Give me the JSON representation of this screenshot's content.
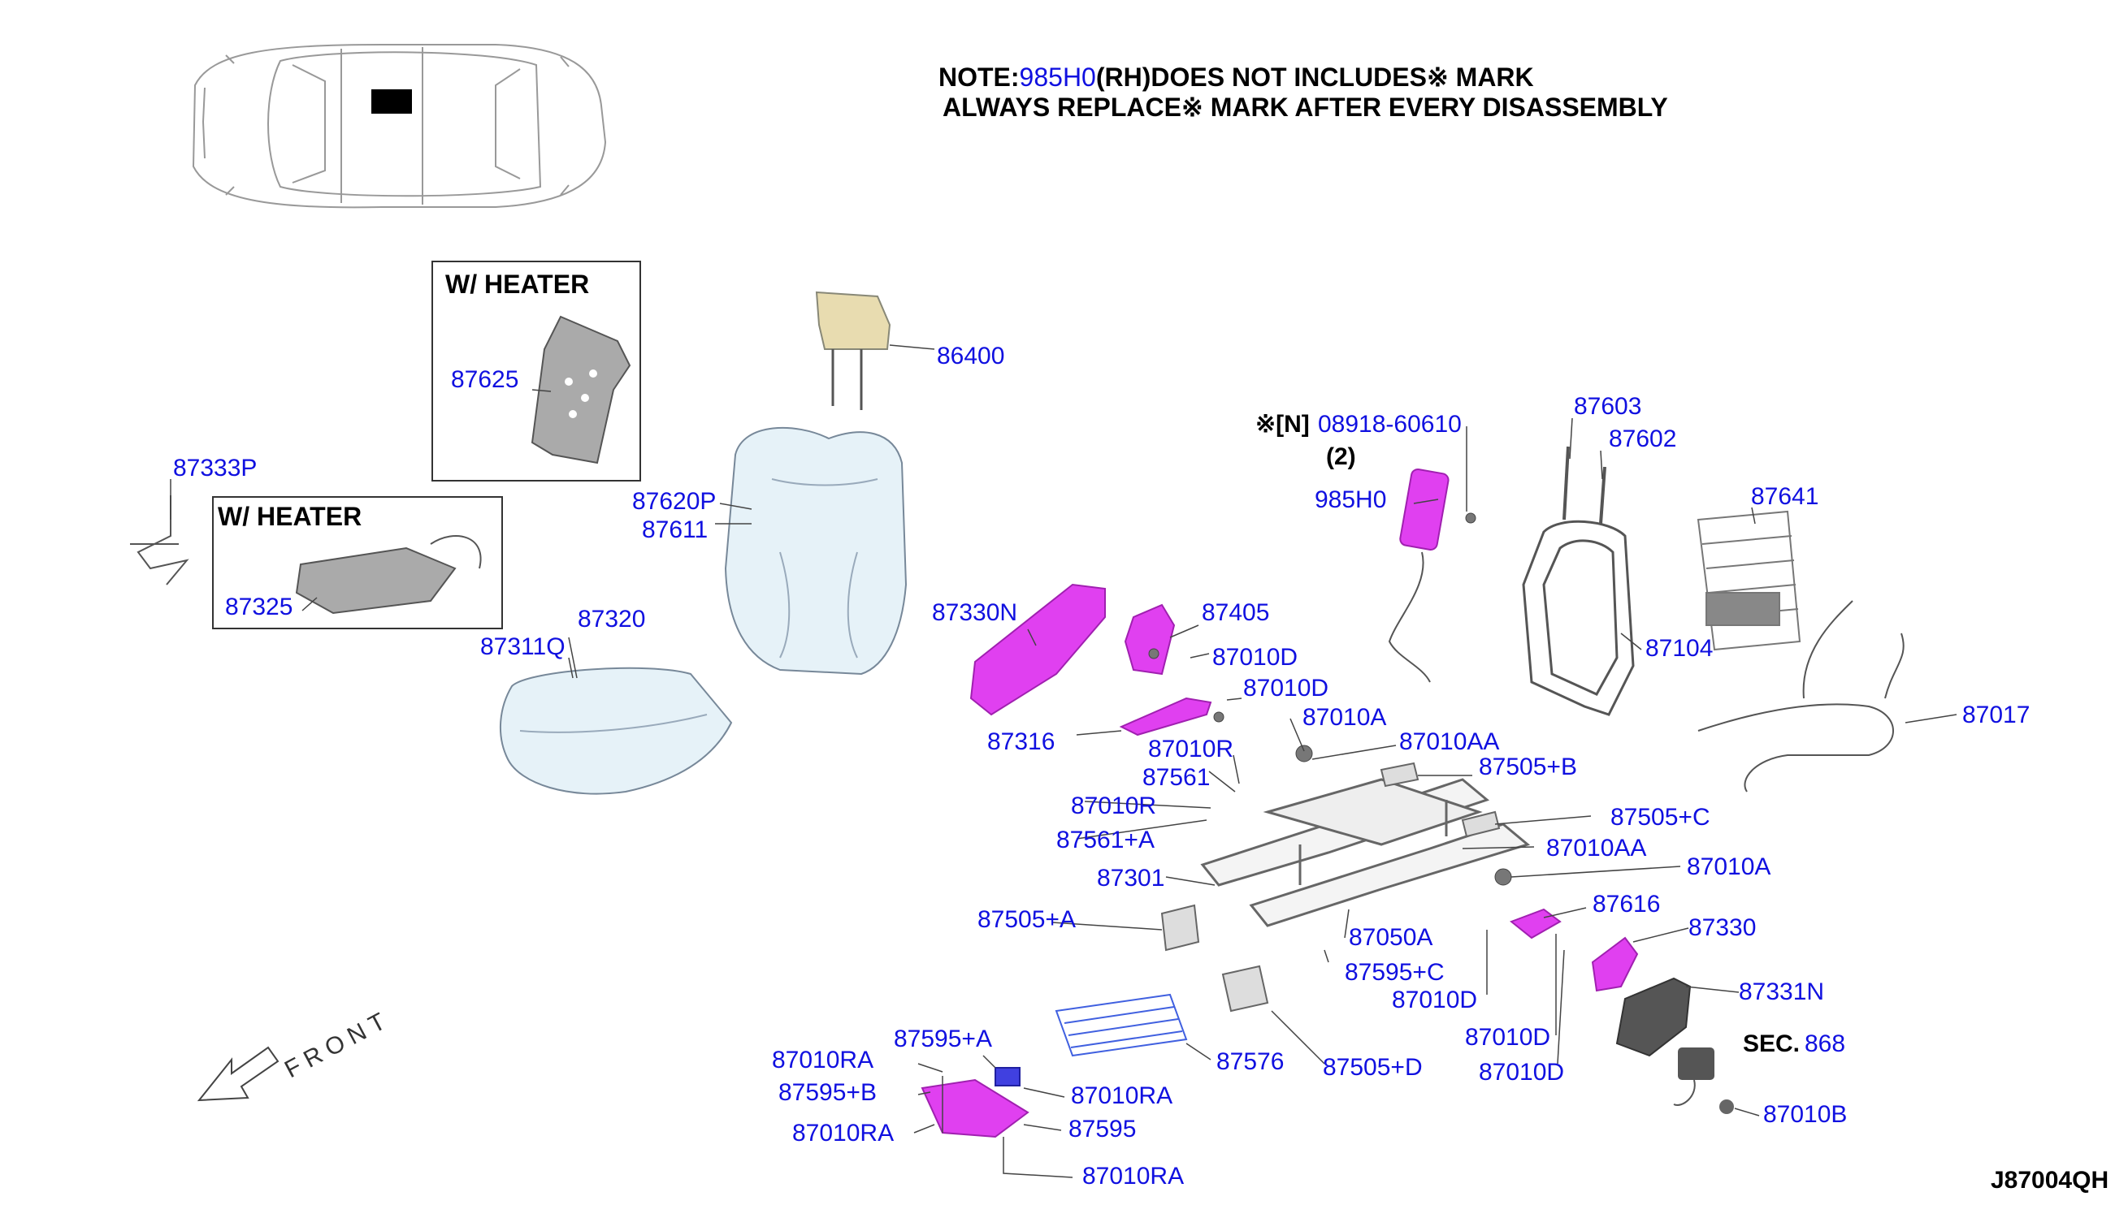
{
  "note": {
    "line1_prefix": "NOTE:",
    "line1_part": "985H0",
    "line1_rh": "(RH)",
    "line1_text": "DOES NOT INCLUDES※ MARK",
    "line2_text": "ALWAYS REPLACE",
    "line2_suffix": "※ MARK AFTER EVERY DISASSEMBLY"
  },
  "heater_boxes": [
    "W/ HEATER",
    "W/ HEATER"
  ],
  "parts": {
    "p87625": "87625",
    "p87333P": "87333P",
    "p87325": "87325",
    "p87320": "87320",
    "p87311Q": "87311Q",
    "p86400": "86400",
    "p87620P": "87620P",
    "p87611": "87611",
    "n_mark": "※[N]",
    "p08918": "08918-60610",
    "p_qty": "(2)",
    "p985H0": "985H0",
    "p87603": "87603",
    "p87602": "87602",
    "p87641": "87641",
    "p87104": "87104",
    "p87017": "87017",
    "p87330N": "87330N",
    "p87405": "87405",
    "p87010D_1": "87010D",
    "p87010D_2": "87010D",
    "p87316": "87316",
    "p87010A_1": "87010A",
    "p87010AA_1": "87010AA",
    "p87010R_1": "87010R",
    "p87561": "87561",
    "p87505B": "87505+B",
    "p87010R_2": "87010R",
    "p87561A": "87561+A",
    "p87505C": "87505+C",
    "p87010AA_2": "87010AA",
    "p87010A_2": "87010A",
    "p87301": "87301",
    "p87616": "87616",
    "p87330": "87330",
    "p87505A": "87505+A",
    "p87050A": "87050A",
    "p87595C": "87595+C",
    "p87010D_3": "87010D",
    "p87331N": "87331N",
    "p87010D_4": "87010D",
    "p87010D_5": "87010D",
    "sec_prefix": "SEC.",
    "sec_num": "868",
    "p87576": "87576",
    "p87505D": "87505+D",
    "p87010B": "87010B",
    "p87595A": "87595+A",
    "p87010RA_1": "87010RA",
    "p87595B": "87595+B",
    "p87010RA_2": "87010RA",
    "p87010RA_3": "87010RA",
    "p87595": "87595",
    "p87010RA_4": "87010RA"
  },
  "front_label": "FRONT",
  "diagram_code": "J87004QH",
  "colors": {
    "part_label": "#1010e0",
    "highlight_parts": "#e040f0",
    "seat_foam": "#e6f2f8",
    "headrest": "#e8dcb0"
  }
}
